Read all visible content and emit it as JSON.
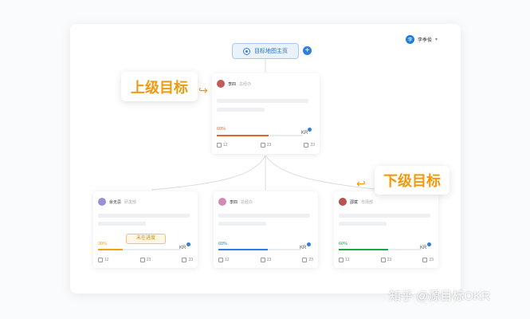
{
  "header": {
    "user_avatar_text": "李",
    "user_name": "李季俊",
    "home_button_label": "目标地图主页",
    "add_button_label": "+"
  },
  "labels": {
    "parent_goal": "上级目标",
    "child_goal": "下级目标"
  },
  "top_card": {
    "owner": "李四",
    "department": "总经办",
    "progress_text": "60%",
    "progress": 0.6,
    "progress_color": "#e8622b",
    "kr_label": "KR",
    "likes": "12",
    "comments": "23",
    "edits": "23"
  },
  "bottom_cards": [
    {
      "owner": "余无忌",
      "department": "研发部",
      "progress_text": "30%",
      "progress": 0.3,
      "progress_color": "#f2a20d",
      "kr_label": "KR",
      "likes": "12",
      "comments": "23",
      "edits": "23",
      "tooltip": "未在进度"
    },
    {
      "owner": "李四",
      "department": "总经办",
      "progress_text": "60%",
      "progress": 0.6,
      "progress_color": "#2e7de0",
      "kr_label": "KR",
      "likes": "12",
      "comments": "23",
      "edits": "23"
    },
    {
      "owner": "邵斌",
      "department": "市场部",
      "progress_text": "60%",
      "progress": 0.6,
      "progress_color": "#1aa64a",
      "kr_label": "KR",
      "likes": "12",
      "comments": "23",
      "edits": "23"
    }
  ],
  "watermark": "知乎 @源目标OKR"
}
